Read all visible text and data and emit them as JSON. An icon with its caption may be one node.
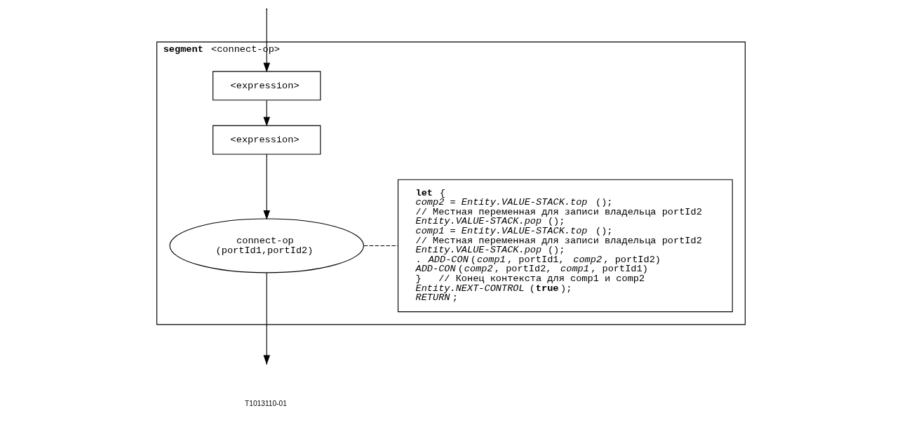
{
  "diagram": {
    "nodes": [
      {
        "text": [
          "**segment** <connect-op>"
        ]
      },
      {
        "text": [
          "<expression>"
        ],
        "in": 0
      },
      {
        "text": [
          "<expression>"
        ],
        "in": 0
      },
      {
        "text": [
          "connect-op (portId1,portId2)"
        ],
        "in": 0
      },
      {
        "text": [
          "**let** {",
          "*comp2 = Entity.VALUE-STACK.top*();",
          "// Местная переменная для записи владельца portId2",
          "*Entity.VALUE-STACK.pop*();",
          "*comp1 = Entity.VALUE-STACK.top*();",
          "// Местная переменная для записи владельца portId2",
          "*Entity.VALUE-STACK.pop*();",
          ". *ADD-CON*(*comp1*, portId1, *comp2*, portId2)",
          "*ADD-CON*(*comp2*, portId2, *comp1*, portId1)",
          "}   // Конец контекста для comp1 и comp2",
          "*Entity.NEXT-CONTROL*(**true**);",
          "*RETURN*;"
        ],
        "in": 0
      }
    ],
    "edges": [
      {
        "from": null,
        "to": 1,
        "arrow": "to"
      },
      {
        "from": 1,
        "to": 2,
        "arrow": "to"
      },
      {
        "from": 2,
        "to": 3,
        "arrow": "to"
      },
      {
        "from": 3,
        "to": 4,
        "arrow": "none",
        "style": "dashed"
      },
      {
        "from": 3,
        "to": null,
        "arrow": "to"
      }
    ],
    "labels": [
      "T1013110-01"
    ]
  }
}
